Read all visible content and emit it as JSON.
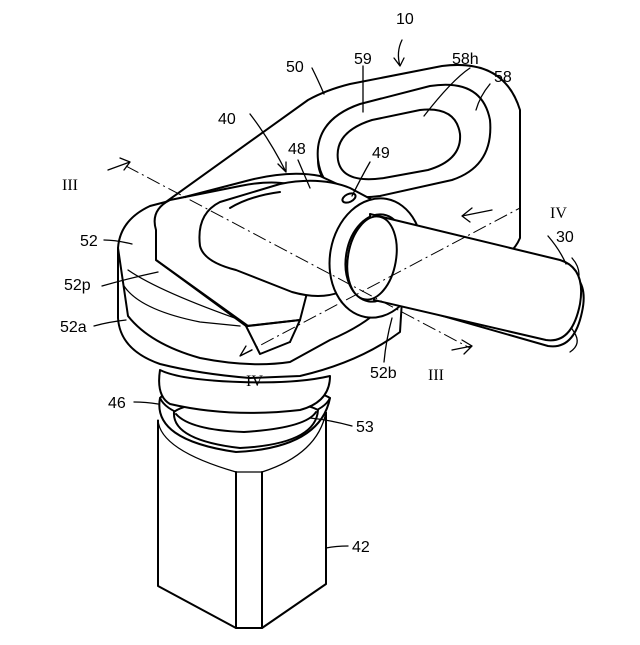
{
  "labels": {
    "l10": "10",
    "l50": "50",
    "l59": "59",
    "l58h": "58h",
    "l58": "58",
    "l40": "40",
    "l48": "48",
    "l49": "49",
    "l3_top": "III",
    "l4_right": "IV",
    "l30": "30",
    "l52": "52",
    "l52p": "52p",
    "l52a": "52a",
    "l4_bottom": "IV",
    "l52b": "52b",
    "l3_bottom": "III",
    "l46": "46",
    "l53": "53",
    "l42": "42"
  }
}
